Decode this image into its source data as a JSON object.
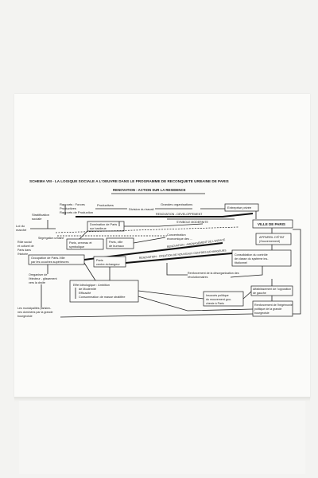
{
  "diagram": {
    "title": "SCHEMA VIII - LA LOGIQUE SOCIALE A L'OEUVRE DANS LE PROGRAMME DE RECONQUETE URBAINE DE PARIS",
    "subtitle": "RENOVATION : ACTION SUR LA RESIDENCE",
    "nodes": {
      "rapports_forces": [
        "Rapports : Forces",
        "Productives",
        "Rapports de Production"
      ],
      "productives": "Productives",
      "division_travail": "Division du travail",
      "grandes_organisations": "Grandes organisations",
      "entreprise_privee": "Entreprise privée",
      "ville_de_paris": "VILLE DE PARIS",
      "appareil_etat": [
        "APPAREIL D'ÉTAT",
        "(Gouvernement)"
      ],
      "stratification_sociale": [
        "Stratification",
        "sociale"
      ],
      "lois_marche": [
        "Loi du",
        "marché"
      ],
      "ségrégation": "Ségrégation urbaine",
      "domination_paris": [
        "Domination de Paris",
        "sur banlieue"
      ],
      "paris_cerveau": [
        "Paris, cerveau et",
        "symbolique"
      ],
      "paris_ville_bureaux": [
        "Paris, ville",
        "de bureaux"
      ],
      "concentration": [
        "Concentration",
        "économique des ..."
      ],
      "role_social": [
        "Rôle social",
        "et culturel de",
        "Paris dans",
        "l'histoire"
      ],
      "occupation_couches": [
        "Occupation de Paris-Ville",
        "par les couches supérieures"
      ],
      "paris_centre": [
        "Paris",
        "centre-échangeur"
      ],
      "consolidation": [
        "Consolidation du contrôle",
        "de classe du système ins-",
        "titutionnel"
      ],
      "oreganiser": [
        "Oreganiser de",
        "l'électeur - glissement",
        "vers la droite"
      ],
      "renforcement_desorg": [
        "Renforcement de la désorganisation des",
        "révolutionnaires"
      ],
      "effet_ideologique": [
        "Effet idéologique : Ambition",
        "de Modernité",
        "Efficacité",
        "Consommation de masse stratifiée"
      ],
      "affaiblissement": [
        "Affaiblissement de l'opposition",
        "de gauche"
      ],
      "insuccès": [
        "Insuccès politique",
        "du mouvement gou-",
        "cheste à Paris"
      ],
      "renforcement_hegemonie": [
        "Renforcement de l'hégémonie",
        "politique de la grande",
        "bourgeoisie"
      ],
      "municipalites": [
        "Les municipalités parisien-",
        "nes dominées par la grande",
        "bourgeoisie"
      ]
    },
    "labels": {
      "renovation_developpement": "RENOVATION - DEVELOPPEMENT",
      "symbole_modernite": "SYMBOLE MODERNITE",
      "renovation_amenagement": "RENOVATION - AMENAGEMENT DE L'ESPACE",
      "renovation_creation": "RENOVATION - CREATION DE NOUVEAUX CENTRES-ECHANGEURS"
    }
  }
}
